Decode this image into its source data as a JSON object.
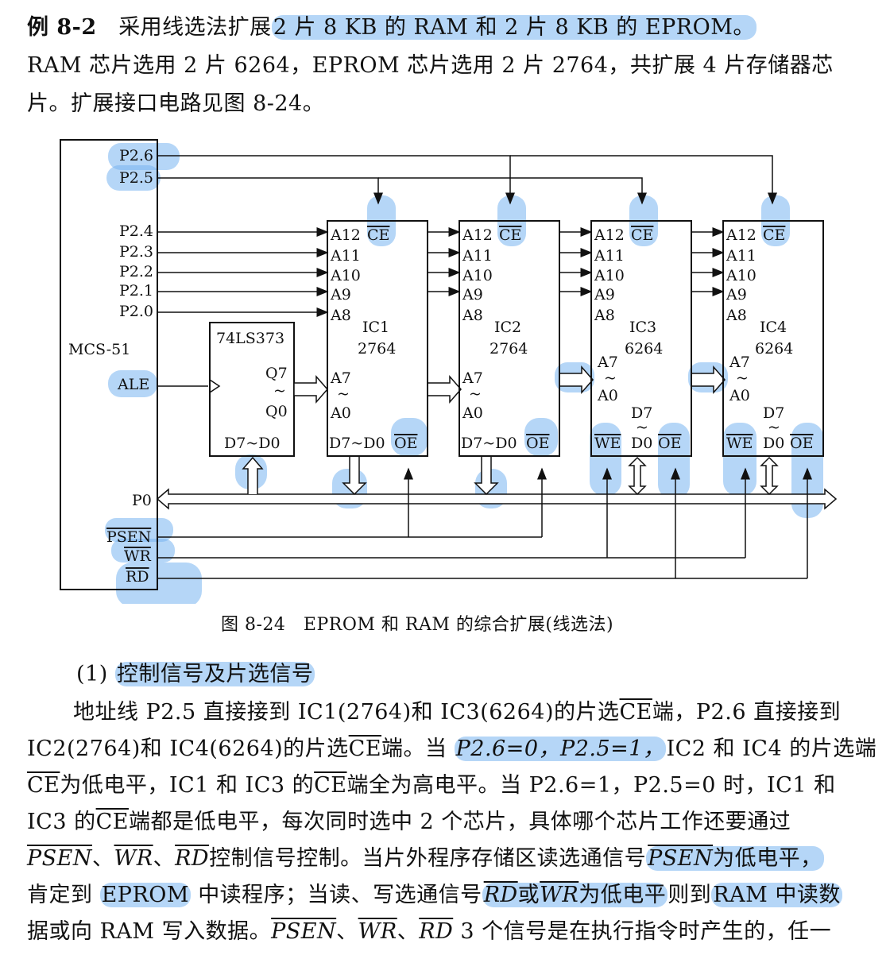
{
  "para1": {
    "line1_lead": "例 8-2",
    "line1_a": "采用线选法扩展",
    "line1_hl": "2 片 8 KB 的 RAM 和 2 片 8 KB 的 EPROM。",
    "line2": "RAM 芯片选用 2 片 6264，EPROM 芯片选用 2 片 2764，共扩展 4 片存储器芯",
    "line3": "片。扩展接口电路见图 8-24。"
  },
  "diagram": {
    "mcu": "MCS-51",
    "latch": "74LS373",
    "latch_q7": "Q7",
    "latch_q0": "Q0",
    "latch_d": "D7~D0",
    "pins": {
      "p26": "P2.6",
      "p25": "P2.5",
      "p24": "P2.4",
      "p23": "P2.3",
      "p22": "P2.2",
      "p21": "P2.1",
      "p20": "P2.0",
      "ale": "ALE",
      "p0": "P0",
      "psen": "PSEN",
      "wr": "WR",
      "rd": "RD"
    },
    "chips": [
      {
        "name": "IC1",
        "part": "2764"
      },
      {
        "name": "IC2",
        "part": "2764"
      },
      {
        "name": "IC3",
        "part": "6264"
      },
      {
        "name": "IC4",
        "part": "6264"
      }
    ],
    "labels": {
      "a12": "A12",
      "ce": "CE",
      "a11": "A11",
      "a10": "A10",
      "a9": "A9",
      "a8": "A8",
      "a7": "A7",
      "a0": "A0",
      "tilde": "~",
      "d7d0": "D7~D0",
      "oe": "OE",
      "we": "WE",
      "d7": "D7",
      "d0": "D0"
    }
  },
  "caption": "图 8-24　EPROM 和 RAM 的综合扩展(线选法)",
  "section": {
    "num": "(1)",
    "title": "控制信号及片选信号"
  },
  "para2": {
    "l1a": "地址线 P2.5 直接接到 IC1(2764)和 IC3(6264)的片选",
    "ce": "CE",
    "l1b": "端，P2.6 直接接到",
    "l2a": "IC2(2764)和 IC4(6264)的片选",
    "l2b": "端。当",
    "l2hl": "P2.6=0，P2.5=1，",
    "l2c": "IC2 和 IC4 的片选端",
    "l3a": "为低电平，IC1 和 IC3 的",
    "l3b": "端全为高电平。当 P2.6=1，P2.5=0 时，IC1 和",
    "l4a": "IC3 的",
    "l4b": "端都是低电平，每次同时选中 2 个芯片，具体哪个芯片工作还要通过",
    "psen": "PSEN",
    "wr": "WR",
    "rd": "RD",
    "sep": "、",
    "l5a": "控制信号控制。当片外程序存储区读选通信号",
    "l5hl": "为低电平，",
    "l6a": "肯定到",
    "l6eprom": "EPROM",
    "l6b": "中读程序；当读、写选通信号",
    "l6or": "或",
    "l6c": "为低电平",
    "l6d": "则到",
    "l6ram": "RAM 中读数",
    "l7a": "据或向 RAM 写入数据。",
    "l7b": "3 个信号是在执行指令时产生的，任一"
  }
}
